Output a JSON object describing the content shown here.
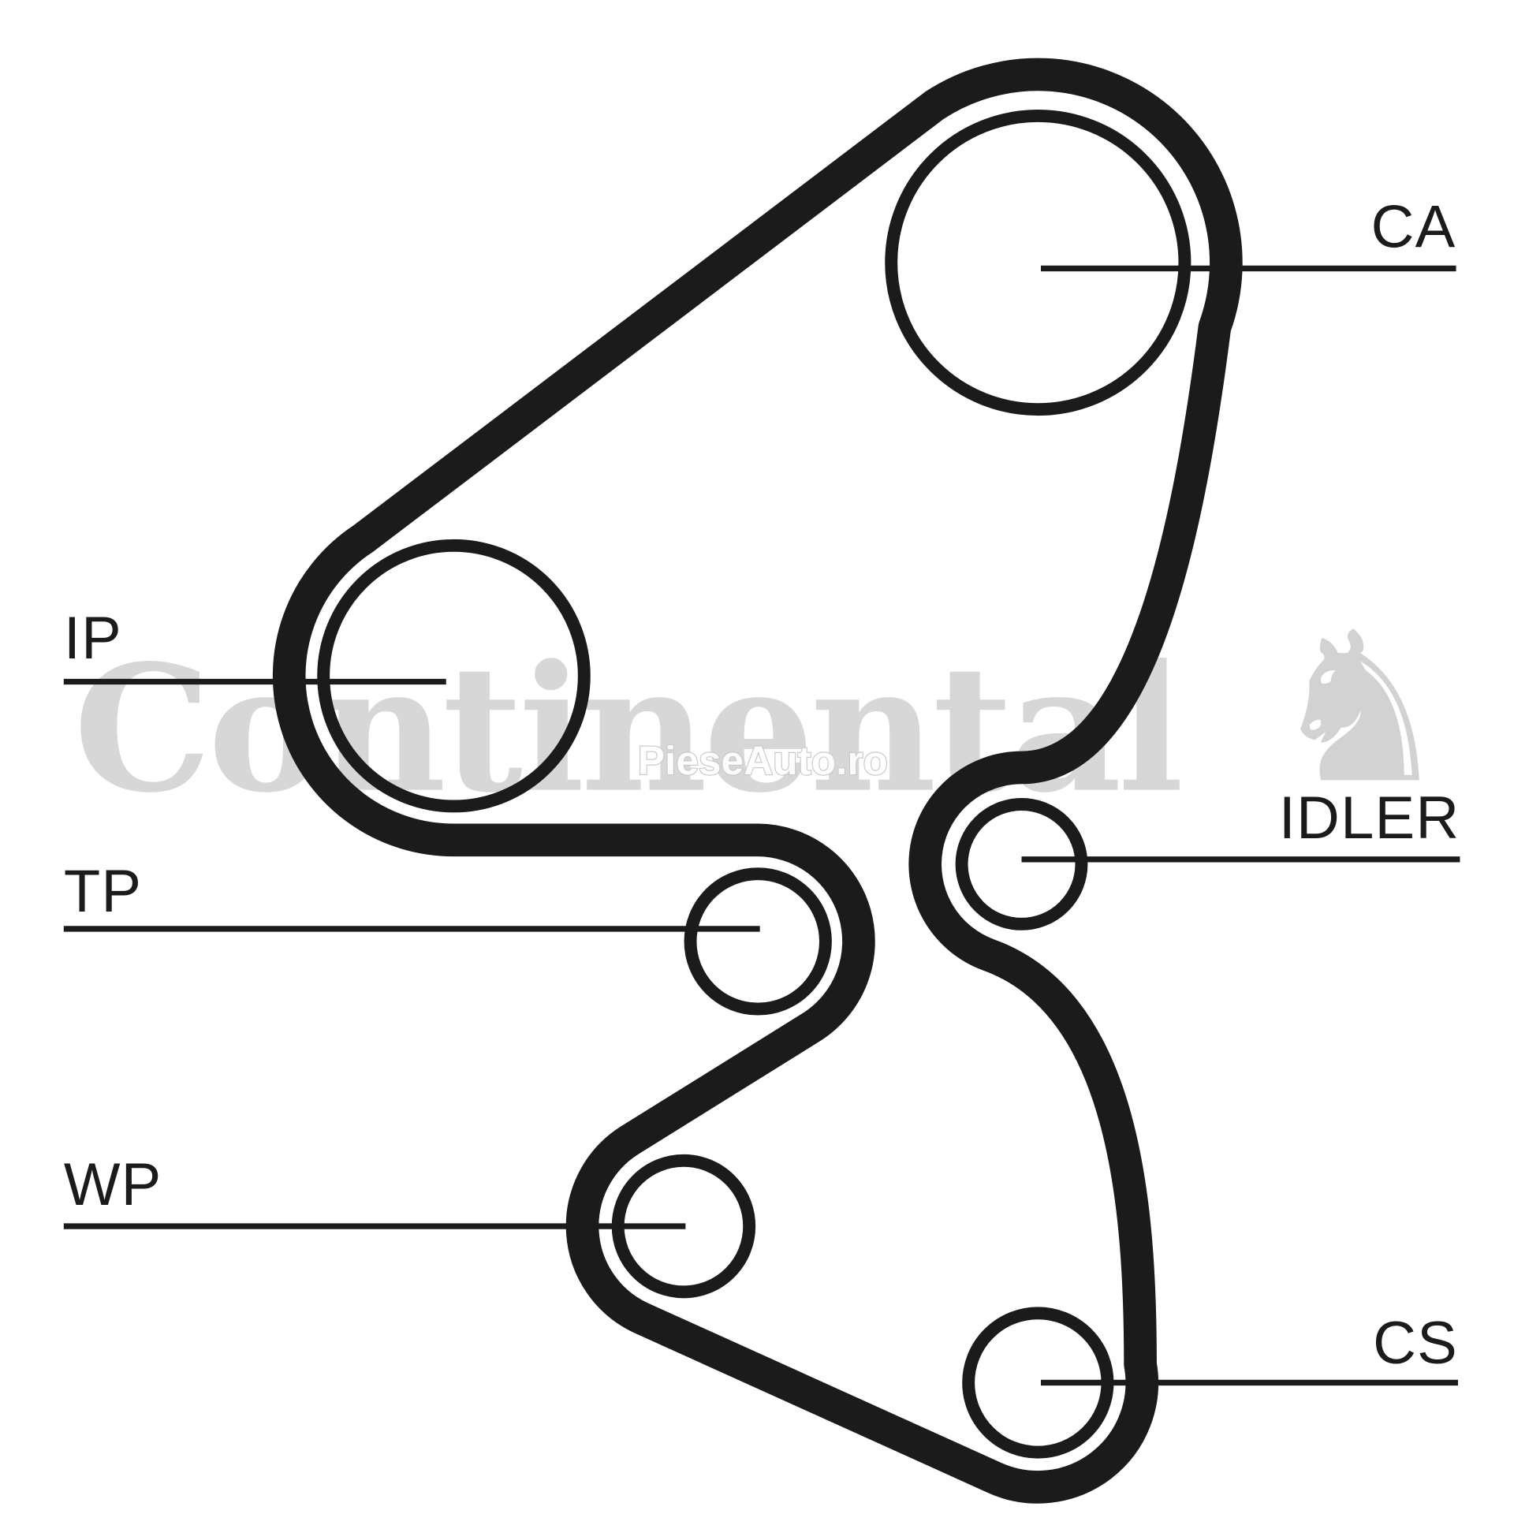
{
  "diagram": {
    "type": "timing-belt-routing",
    "labels": {
      "ca": "CA",
      "ip": "IP",
      "tp": "TP",
      "idler": "IDLER",
      "wp": "WP",
      "cs": "CS"
    },
    "watermark": {
      "brand": "Continental",
      "horse_glyph": "♞",
      "site": "PieseAuto.ro"
    },
    "colors": {
      "ink": "#1b1b1b",
      "watermark": "#d7d7d7",
      "background": "#ffffff"
    }
  }
}
